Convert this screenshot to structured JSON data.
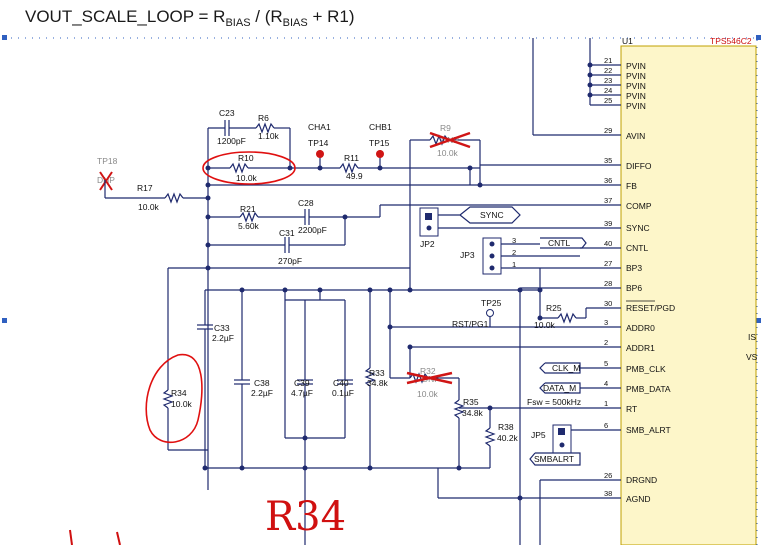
{
  "title": {
    "prefix": "VOUT_SCALE_LOOP = R",
    "sub1": "BIAS",
    "mid": " / (R",
    "sub2": "BIAS",
    "suffix": " + R1)"
  },
  "ic": {
    "ref": "U1",
    "part": "TPS546C2",
    "right_labels": [
      "IS",
      "VS"
    ]
  },
  "pins": [
    {
      "num": "21",
      "name": "PVIN"
    },
    {
      "num": "22",
      "name": "PVIN"
    },
    {
      "num": "23",
      "name": "PVIN"
    },
    {
      "num": "24",
      "name": "PVIN"
    },
    {
      "num": "25",
      "name": "PVIN"
    },
    {
      "num": "29",
      "name": "AVIN"
    },
    {
      "num": "35",
      "name": "DIFFO"
    },
    {
      "num": "36",
      "name": "FB"
    },
    {
      "num": "37",
      "name": "COMP"
    },
    {
      "num": "39",
      "name": "SYNC"
    },
    {
      "num": "40",
      "name": "CNTL"
    },
    {
      "num": "27",
      "name": "BP3"
    },
    {
      "num": "28",
      "name": "BP6"
    },
    {
      "num": "30",
      "name": "RESET/PGD"
    },
    {
      "num": "3",
      "name": "ADDR0"
    },
    {
      "num": "2",
      "name": "ADDR1"
    },
    {
      "num": "5",
      "name": "PMB_CLK"
    },
    {
      "num": "4",
      "name": "PMB_DATA"
    },
    {
      "num": "1",
      "name": "RT"
    },
    {
      "num": "6",
      "name": "SMB_ALRT"
    },
    {
      "num": "26",
      "name": "DRGND"
    },
    {
      "num": "38",
      "name": "AGND"
    }
  ],
  "parts": {
    "c23": {
      "ref": "C23",
      "value": "1200pF"
    },
    "r6": {
      "ref": "R6",
      "value": "1.10k"
    },
    "r10": {
      "ref": "R10",
      "value": "10.0k"
    },
    "r11": {
      "ref": "R11",
      "value": "49.9"
    },
    "r9": {
      "ref": "R9",
      "value": "10.0k",
      "dnp": "DNP"
    },
    "r17": {
      "ref": "R17",
      "value": "10.0k"
    },
    "r21": {
      "ref": "R21",
      "value": "5.60k"
    },
    "c28": {
      "ref": "C28",
      "value": "2200pF"
    },
    "c31": {
      "ref": "C31",
      "value": "270pF"
    },
    "c33": {
      "ref": "C33",
      "value": "2.2µF"
    },
    "r34": {
      "ref": "R34",
      "value": "10.0k"
    },
    "c38": {
      "ref": "C38",
      "value": "2.2µF"
    },
    "c39": {
      "ref": "C39",
      "value": "4.7µF"
    },
    "c40": {
      "ref": "C40",
      "value": "0.1µF"
    },
    "r33": {
      "ref": "R33",
      "value": "34.8k"
    },
    "r32": {
      "ref": "R32",
      "value": "10.0k",
      "dnp": "DNP"
    },
    "r35": {
      "ref": "R35",
      "value": "34.8k"
    },
    "r38": {
      "ref": "R38",
      "value": "40.2k"
    },
    "r25": {
      "ref": "R25",
      "value": "10.0k"
    }
  },
  "testpoints": {
    "tp18": "TP18",
    "tp18_dnp": "DNP",
    "tp14": "TP14",
    "tp15": "TP15",
    "tp25": "TP25",
    "cha1": "CHA1",
    "chb1": "CHB1",
    "rst_pg1": "RST/PG1"
  },
  "connectors": {
    "jp2": "JP2",
    "jp3": "JP3",
    "jp5": "JP5",
    "jp3_pins": [
      "3",
      "2",
      "1"
    ]
  },
  "nets": {
    "sync": "SYNC",
    "cntl": "CNTL",
    "clk_m": "CLK_M",
    "data_m": "DATA_M",
    "smbalrt": "SMBALRT",
    "fsw": "Fsw = 500kHz"
  },
  "annotation": {
    "handwritten": "R34"
  }
}
